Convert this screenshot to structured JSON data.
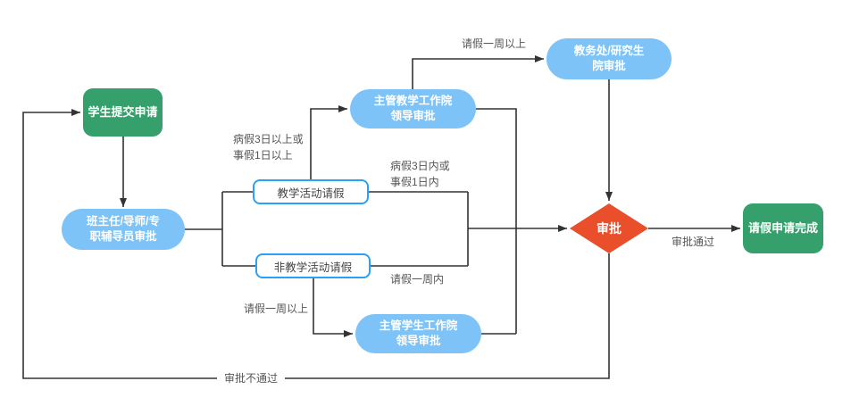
{
  "diagram": {
    "title": "student-leave-approval-flowchart",
    "nodes": {
      "start": "学生提交申请",
      "advisor": "班主任/导师/专\n职辅导员审批",
      "teaching_leader": "主管教学工作院\n领导审批",
      "academic_office": "教务处/研究生\n院审批",
      "teaching_leave": "教学活动请假",
      "non_teaching_leave": "非教学活动请假",
      "student_leader": "主管学生工作院\n领导审批",
      "approval": "审批",
      "done": "请假申请完成"
    },
    "edge_labels": {
      "over_one_week_top": "请假一周以上",
      "sick_over_3_days": "病假3日以上或\n事假1日以上",
      "sick_within_3_days": "病假3日内或\n事假1日内",
      "within_one_week": "请假一周内",
      "over_one_week_bottom": "请假一周以上",
      "approved": "审批通过",
      "rejected": "审批不通过"
    }
  },
  "colors": {
    "green": "#35A06B",
    "blue": "#7EC3F7",
    "blue-border": "#2AA0F7",
    "red": "#E94F2B",
    "line": "#333333",
    "label": "#555555",
    "box-text": "#444444",
    "bg": "#ffffff"
  }
}
